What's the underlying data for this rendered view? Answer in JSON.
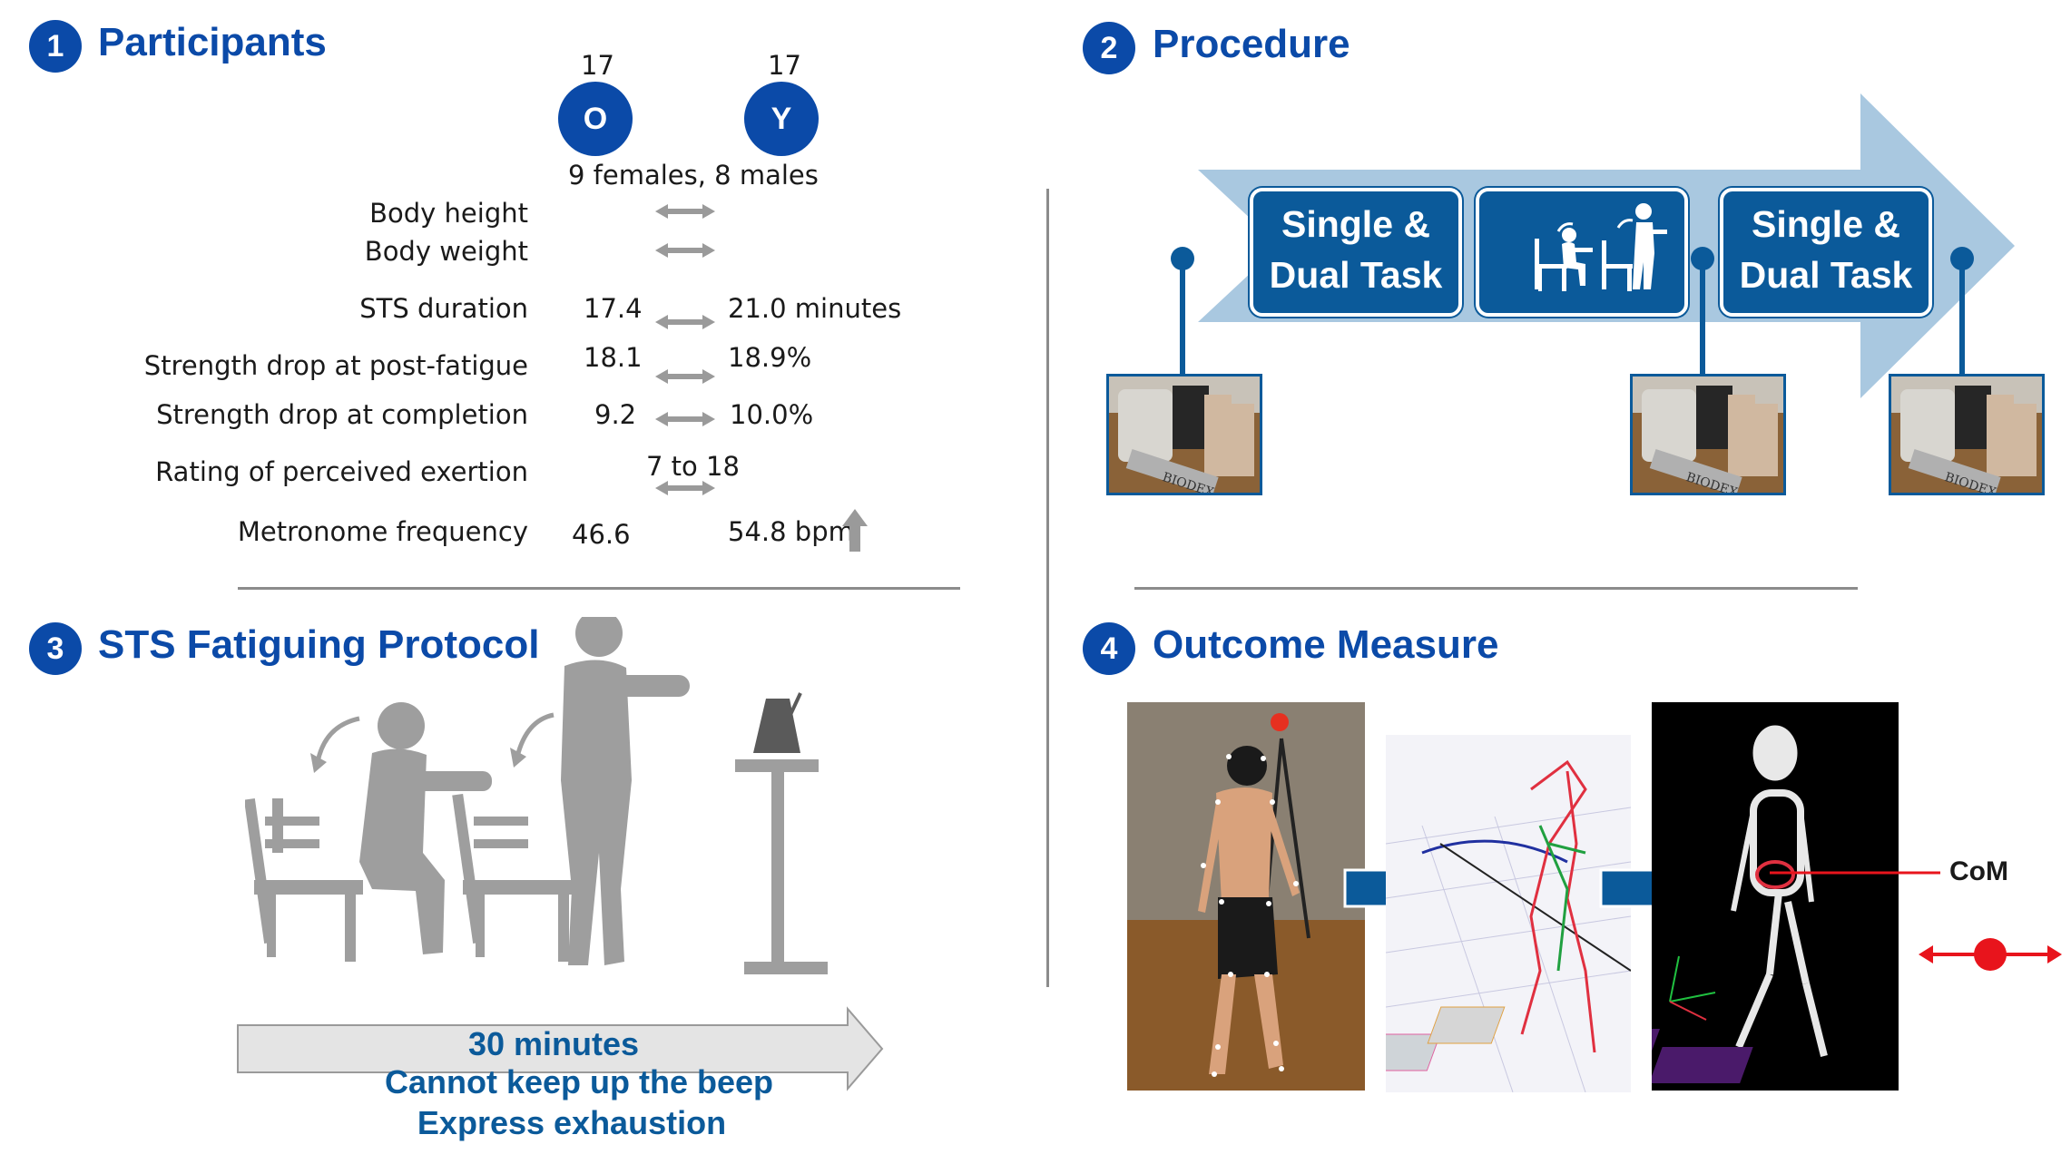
{
  "sections": {
    "participants": {
      "number": "1",
      "title": "Participants"
    },
    "procedure": {
      "number": "2",
      "title": "Procedure"
    },
    "sts_protocol": {
      "number": "3",
      "title": "STS Fatiguing Protocol"
    },
    "outcome": {
      "number": "4",
      "title": "Outcome Measure"
    }
  },
  "groups": {
    "old": {
      "count": "17",
      "label": "O"
    },
    "young": {
      "count": "17",
      "label": "Y"
    },
    "sex": "9 females, 8 males"
  },
  "measures": [
    {
      "label": "Body height",
      "left": "",
      "right": ""
    },
    {
      "label": "Body weight",
      "left": "",
      "right": ""
    },
    {
      "label": "STS duration",
      "left": "17.4",
      "right": "21.0 minutes"
    },
    {
      "label": "Strength drop at post-fatigue",
      "left": "18.1",
      "right": "18.9%"
    },
    {
      "label": "Strength drop at completion",
      "left": "9.2",
      "right": "10.0%"
    },
    {
      "label": "Rating of perceived exertion",
      "center": "7 to 18"
    },
    {
      "label": "Metronome frequency",
      "left": "46.6",
      "right": "54.8 bpm"
    }
  ],
  "procedure": {
    "box1": "Single & Dual Task",
    "box2_icon": "sit-to-stand-icon",
    "box3": "Single & Dual Task",
    "photo_label": "BIODEX"
  },
  "protocol": {
    "duration": "30 minutes",
    "line2": "Cannot keep up the beep",
    "line3": "Express exhaustion"
  },
  "outcome": {
    "com_label": "CoM"
  },
  "colors": {
    "primary": "#0b4aa8",
    "box_blue": "#0b5a9a",
    "arrow_light": "#a9c8e0",
    "gray": "#9a9a9a",
    "red": "#e8141c"
  }
}
